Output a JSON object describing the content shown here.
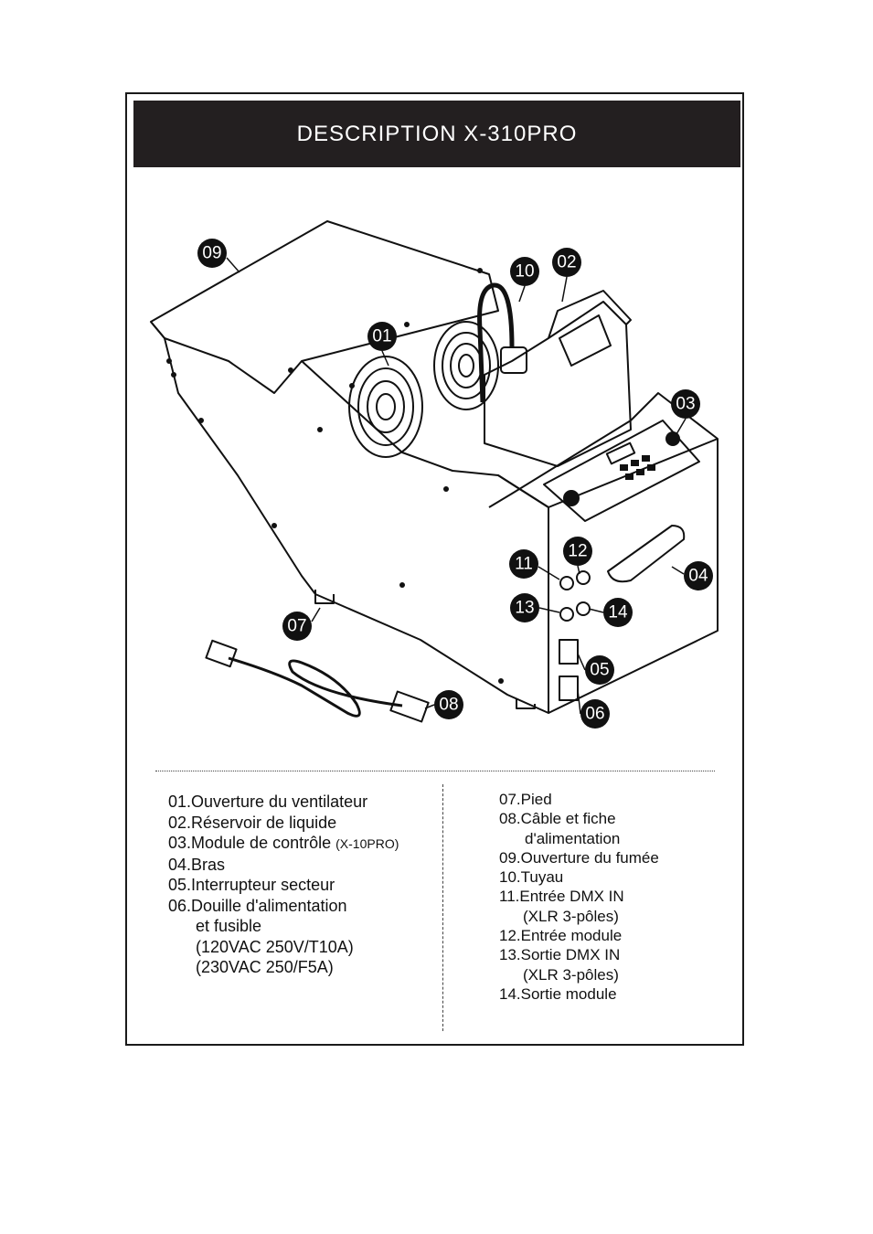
{
  "header": {
    "title": "DESCRIPTION X-310PRO"
  },
  "callouts": [
    "01",
    "02",
    "03",
    "04",
    "05",
    "06",
    "07",
    "08",
    "09",
    "10",
    "11",
    "12",
    "13",
    "14"
  ],
  "legend_left": [
    {
      "text": "01.Ouverture du ventilateur"
    },
    {
      "text": "02.Réservoir de liquide"
    },
    {
      "text": "03.Module de contrôle",
      "note": "(X-10PRO)"
    },
    {
      "text": "04.Bras"
    },
    {
      "text": "05.Interrupteur secteur"
    },
    {
      "text": "06.Douille d'alimentation"
    },
    {
      "text": "et fusible"
    },
    {
      "text": "(120VAC  250V/T10A)"
    },
    {
      "text": "(230VAC  250/F5A)"
    }
  ],
  "legend_right": [
    {
      "text": "07.Pied"
    },
    {
      "text": "08.Câble et fiche"
    },
    {
      "text": "d'alimentation"
    },
    {
      "text": "09.Ouverture du fumée"
    },
    {
      "text": "10.Tuyau"
    },
    {
      "text": "11.Entrée DMX IN"
    },
    {
      "text": "(XLR 3-pôles)"
    },
    {
      "text": "12.Entrée module"
    },
    {
      "text": "13.Sortie DMX IN"
    },
    {
      "text": "(XLR 3-pôles)"
    },
    {
      "text": "14.Sortie module"
    }
  ]
}
